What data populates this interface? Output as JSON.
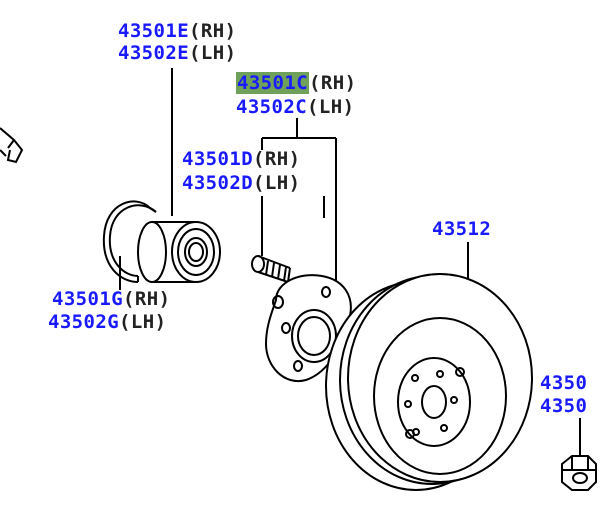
{
  "colors": {
    "part_number": "#1a1aff",
    "side_text": "#222222",
    "highlight": "#6fa15a",
    "line": "#000000"
  },
  "labels": {
    "e_rh": {
      "part": "43501E",
      "side": "(RH)"
    },
    "e_lh": {
      "part": "43502E",
      "side": "(LH)"
    },
    "c_rh": {
      "part": "43501C",
      "side": "(RH)",
      "highlighted": true
    },
    "c_lh": {
      "part": "43502C",
      "side": "(LH)"
    },
    "d_rh": {
      "part": "43501D",
      "side": "(RH)"
    },
    "d_lh": {
      "part": "43502D",
      "side": "(LH)"
    },
    "g_rh": {
      "part": "43501G",
      "side": "(RH)"
    },
    "g_lh": {
      "part": "43502G",
      "side": "(LH)"
    },
    "disc": {
      "part": "43512"
    },
    "nut_1": {
      "part": "4350"
    },
    "nut_2": {
      "part": "4350"
    }
  },
  "parts": [
    "axle-stub-icon",
    "snap-ring-icon",
    "wheel-bearing-icon",
    "hub-bolt-icon",
    "axle-hub-icon",
    "brake-disc-icon",
    "hub-nut-icon"
  ]
}
